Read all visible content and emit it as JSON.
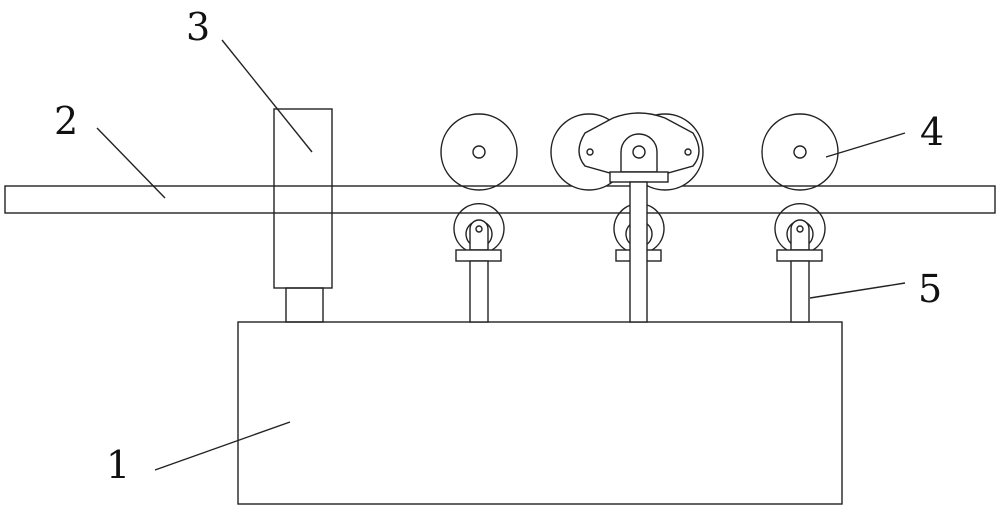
{
  "labels": {
    "base": "1",
    "strip": "2",
    "column": "3",
    "upper_wheel": "4",
    "lower_roller_post": "5"
  }
}
